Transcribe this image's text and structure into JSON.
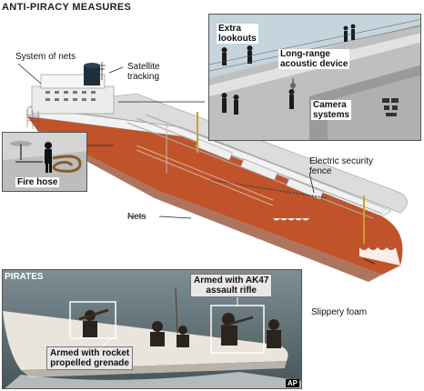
{
  "title": "ANTI-PIRACY MEASURES",
  "labels": {
    "system_of_nets": "System of nets",
    "satellite_tracking": "Satellite\ntracking",
    "extra_lookouts": "Extra\nlookouts",
    "acoustic_device": "Long-range\nacoustic device",
    "camera_systems": "Camera\nsystems",
    "fire_hose": "Fire hose",
    "electric_fence": "Electric security\nfence",
    "nets": "Nets",
    "slippery_foam": "Slippery foam",
    "pirates": "PIRATES",
    "ak47": "Armed with AK47\nassault rifle",
    "rpg": "Armed with rocket\npropelled grenade",
    "credit": "AP"
  },
  "colors": {
    "hull": "#c0532a",
    "deck": "#e6e6e6",
    "sea": "#8a9aa3",
    "highlight": "#ffffff"
  }
}
